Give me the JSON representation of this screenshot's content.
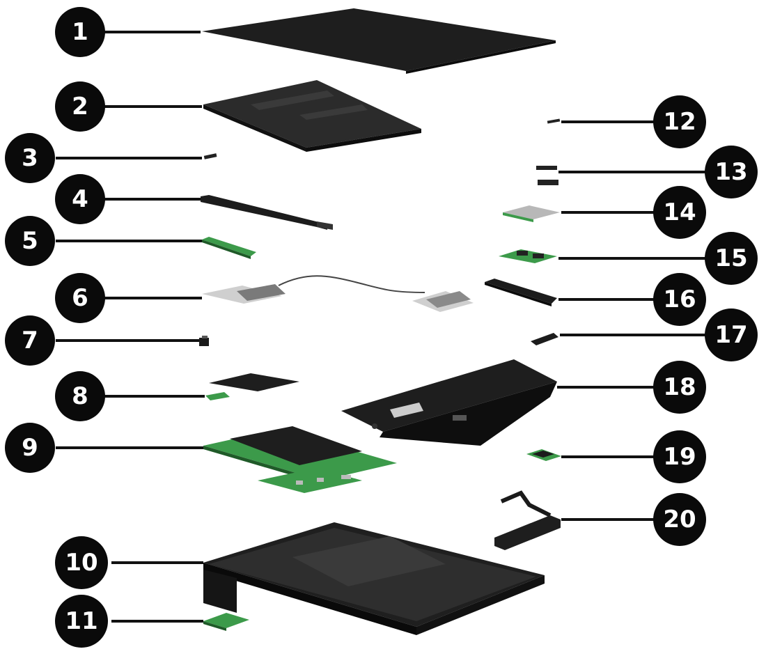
{
  "diagram": {
    "colors": {
      "callout_fill": "#0a0a0a",
      "callout_text": "#ffffff",
      "part_dark": "#2a2a2a",
      "part_black": "#141414",
      "board_green": "#3c9a4a",
      "metal_silver": "#b8b8b8"
    },
    "callouts": [
      {
        "id": "1",
        "label": "1"
      },
      {
        "id": "2",
        "label": "2"
      },
      {
        "id": "3",
        "label": "3"
      },
      {
        "id": "4",
        "label": "4"
      },
      {
        "id": "5",
        "label": "5"
      },
      {
        "id": "6",
        "label": "6"
      },
      {
        "id": "7",
        "label": "7"
      },
      {
        "id": "8",
        "label": "8"
      },
      {
        "id": "9",
        "label": "9"
      },
      {
        "id": "10",
        "label": "10"
      },
      {
        "id": "11",
        "label": "11"
      },
      {
        "id": "12",
        "label": "12"
      },
      {
        "id": "13",
        "label": "13"
      },
      {
        "id": "14",
        "label": "14"
      },
      {
        "id": "15",
        "label": "15"
      },
      {
        "id": "16",
        "label": "16"
      },
      {
        "id": "17",
        "label": "17"
      },
      {
        "id": "18",
        "label": "18"
      },
      {
        "id": "19",
        "label": "19"
      },
      {
        "id": "20",
        "label": "20"
      }
    ]
  }
}
